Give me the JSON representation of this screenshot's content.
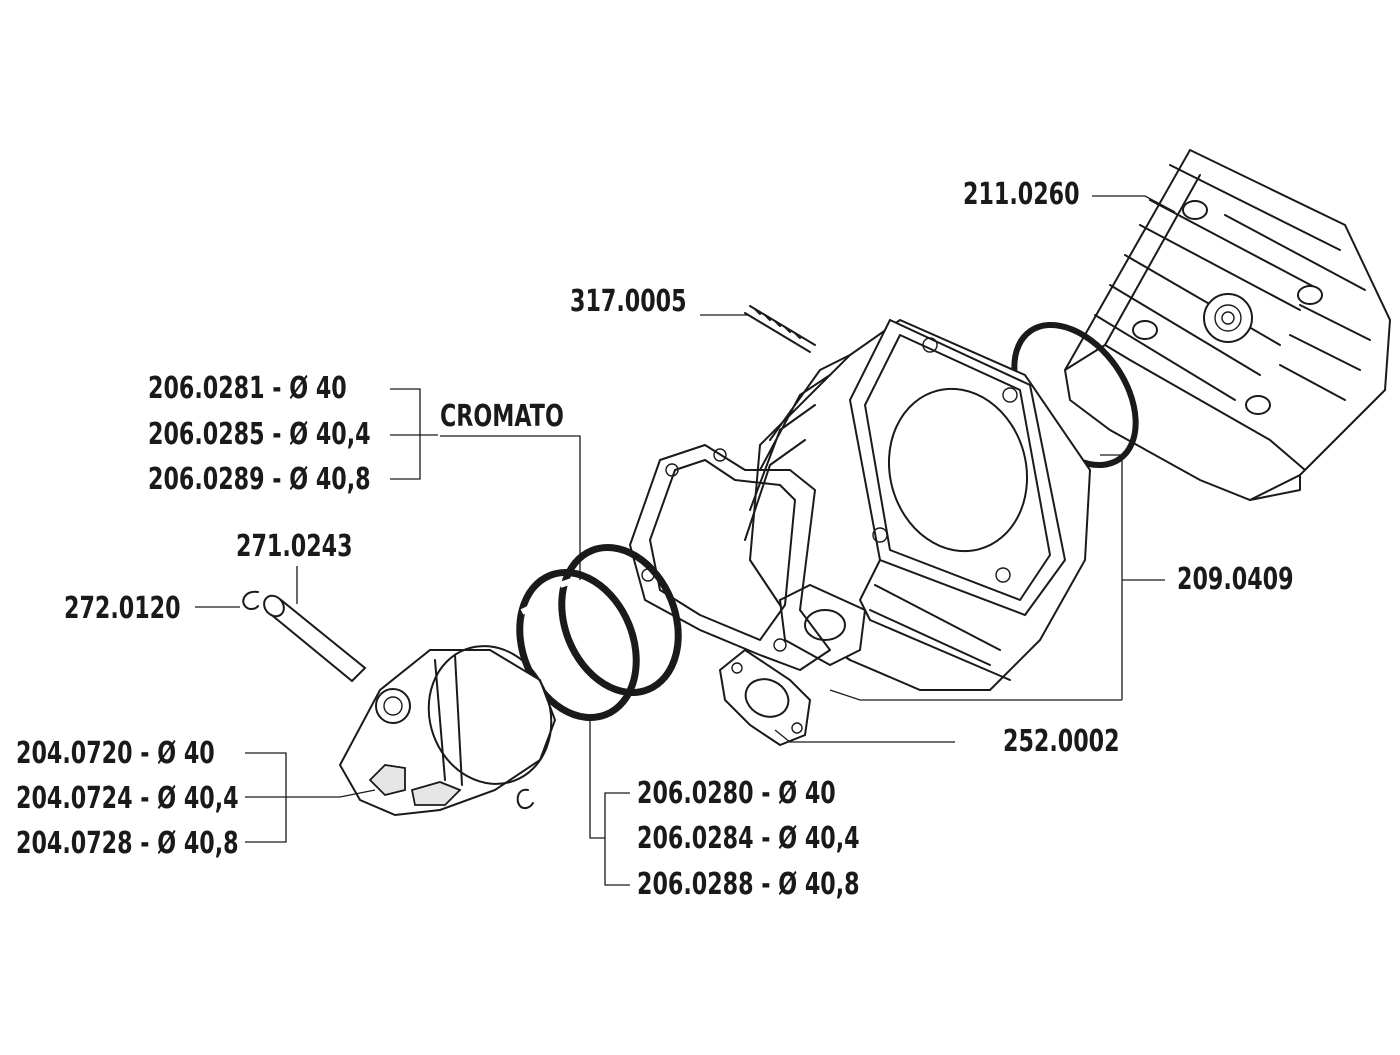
{
  "labels": {
    "cylinder_head": "211.0260",
    "stud": "317.0005",
    "rings_chrome_1": "206.0281 - Ø 40",
    "rings_chrome_2": "206.0285 - Ø 40,4",
    "rings_chrome_3": "206.0289 - Ø 40,8",
    "cromato": "CROMATO",
    "piston_pin": "271.0243",
    "circlip": "272.0120",
    "gasket_set": "209.0409",
    "exhaust_gasket": "252.0002",
    "piston_1": "204.0720 - Ø 40",
    "piston_2": "204.0724 - Ø 40,4",
    "piston_3": "204.0728 - Ø 40,8",
    "rings_1": "206.0280 - Ø 40",
    "rings_2": "206.0284 - Ø 40,4",
    "rings_3": "206.0288 - Ø 40,8"
  },
  "colors": {
    "ink": "#1a1a1a",
    "background": "#ffffff"
  }
}
